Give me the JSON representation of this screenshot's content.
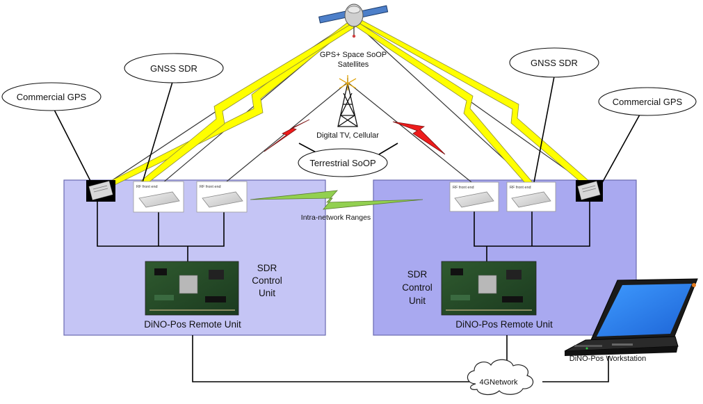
{
  "satellites_label": [
    "GPS+ Space SoOP",
    "Satellites"
  ],
  "tower_label": "Digital TV, Cellular",
  "terrestrial_label": "Terrestrial SoOP",
  "left_gnss_label": "GNSS SDR",
  "left_commercial_label": "Commercial GPS",
  "right_gnss_label": "GNSS SDR",
  "right_commercial_label": "Commercial GPS",
  "intra_network_label": "Intra-network Ranges",
  "left_unit": {
    "sdr_label": [
      "SDR",
      "Control",
      "Unit"
    ],
    "unit_label": "DiNO-Pos Remote Unit",
    "rf_card_label": "RF front end"
  },
  "right_unit": {
    "sdr_label": [
      "SDR",
      "Control",
      "Unit"
    ],
    "unit_label": "DiNO-Pos Remote Unit",
    "rf_card_label": "RF front end"
  },
  "network_label": "4GNetwork",
  "workstation_label": "DiNO-Pos Workstation",
  "colors": {
    "unit_left_fill": "#c5c5f5",
    "unit_right_fill": "#a9a9f0",
    "gps_bolt": "#ffff00",
    "terrestrial_bolt": "#ee1c1c",
    "intra_bolt": "#92d050"
  }
}
